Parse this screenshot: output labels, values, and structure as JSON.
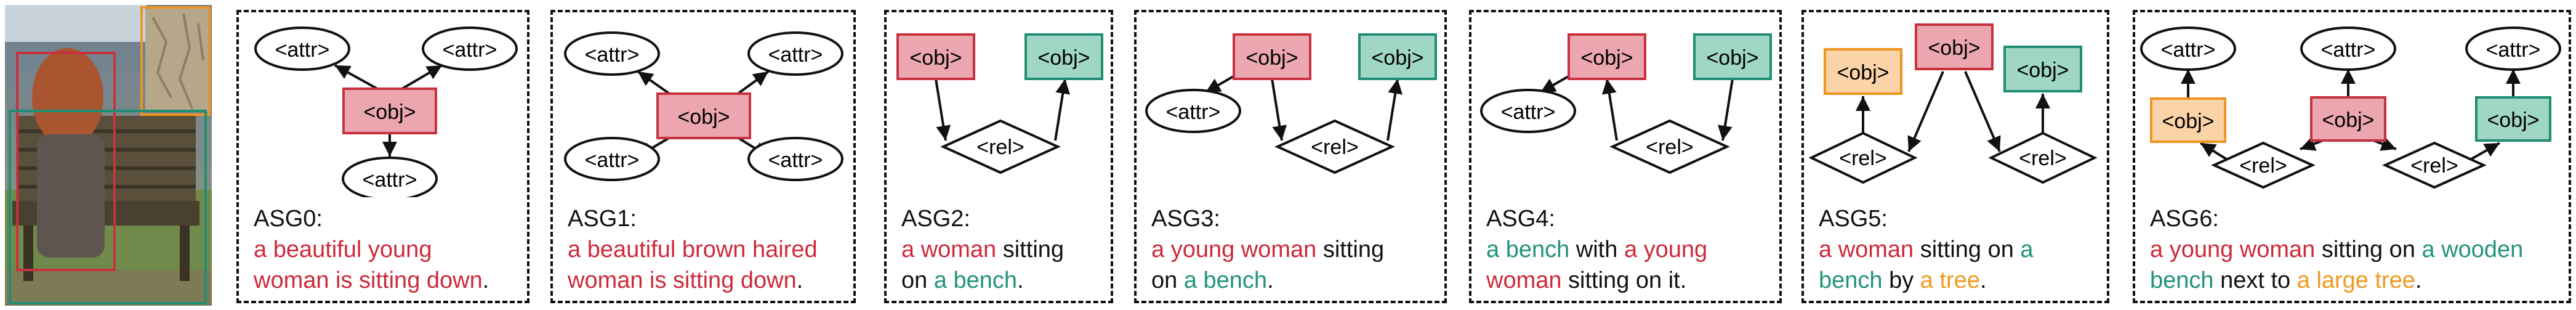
{
  "colors": {
    "obj_red_fill": "#eba6b0",
    "obj_red_stroke": "#c8323f",
    "obj_green_fill": "#9fd6c4",
    "obj_green_stroke": "#1f8e72",
    "obj_orange_fill": "#fbd3a8",
    "obj_orange_stroke": "#ef9420",
    "text_red": "#cc2a3a",
    "text_green": "#21947a",
    "text_orange": "#ef9a1e"
  },
  "node_labels": {
    "attr": "<attr>",
    "obj": "<obj>",
    "rel": "<rel>"
  },
  "panels": [
    {
      "id": "asg0",
      "label": "ASG0:",
      "caption_lines": [
        [
          {
            "text": "a beautiful young",
            "color": "red"
          }
        ],
        [
          {
            "text": "woman is sitting down",
            "color": "red"
          },
          {
            "text": ".",
            "color": "black"
          }
        ]
      ]
    },
    {
      "id": "asg1",
      "label": "ASG1:",
      "caption_lines": [
        [
          {
            "text": "a beautiful brown haired",
            "color": "red"
          }
        ],
        [
          {
            "text": "woman is sitting down",
            "color": "red"
          },
          {
            "text": ".",
            "color": "black"
          }
        ]
      ]
    },
    {
      "id": "asg2",
      "label": "ASG2:",
      "caption_lines": [
        [
          {
            "text": "a woman",
            "color": "red"
          },
          {
            "text": " sitting",
            "color": "black"
          }
        ],
        [
          {
            "text": "on ",
            "color": "black"
          },
          {
            "text": "a bench",
            "color": "green"
          },
          {
            "text": ".",
            "color": "black"
          }
        ]
      ]
    },
    {
      "id": "asg3",
      "label": "ASG3:",
      "caption_lines": [
        [
          {
            "text": "a young woman",
            "color": "red"
          },
          {
            "text": " sitting",
            "color": "black"
          }
        ],
        [
          {
            "text": "on ",
            "color": "black"
          },
          {
            "text": "a bench",
            "color": "green"
          },
          {
            "text": ".",
            "color": "black"
          }
        ]
      ]
    },
    {
      "id": "asg4",
      "label": "ASG4:",
      "caption_lines": [
        [
          {
            "text": "a bench",
            "color": "green"
          },
          {
            "text": " with ",
            "color": "black"
          },
          {
            "text": "a young",
            "color": "red"
          }
        ],
        [
          {
            "text": "woman",
            "color": "red"
          },
          {
            "text": " sitting on it.",
            "color": "black"
          }
        ]
      ]
    },
    {
      "id": "asg5",
      "label": "ASG5:",
      "caption_lines": [
        [
          {
            "text": "a woman",
            "color": "red"
          },
          {
            "text": " sitting on ",
            "color": "black"
          },
          {
            "text": "a",
            "color": "green"
          }
        ],
        [
          {
            "text": "bench",
            "color": "green"
          },
          {
            "text": " by ",
            "color": "black"
          },
          {
            "text": "a tree",
            "color": "orange"
          },
          {
            "text": ".",
            "color": "black"
          }
        ]
      ]
    },
    {
      "id": "asg6",
      "label": "ASG6:",
      "caption_lines": [
        [
          {
            "text": "a young woman",
            "color": "red"
          },
          {
            "text": " sitting on ",
            "color": "black"
          },
          {
            "text": "a wooden",
            "color": "green"
          }
        ],
        [
          {
            "text": "bench",
            "color": "green"
          },
          {
            "text": " next to ",
            "color": "black"
          },
          {
            "text": "a large tree",
            "color": "orange"
          },
          {
            "text": ".",
            "color": "black"
          }
        ]
      ]
    }
  ]
}
